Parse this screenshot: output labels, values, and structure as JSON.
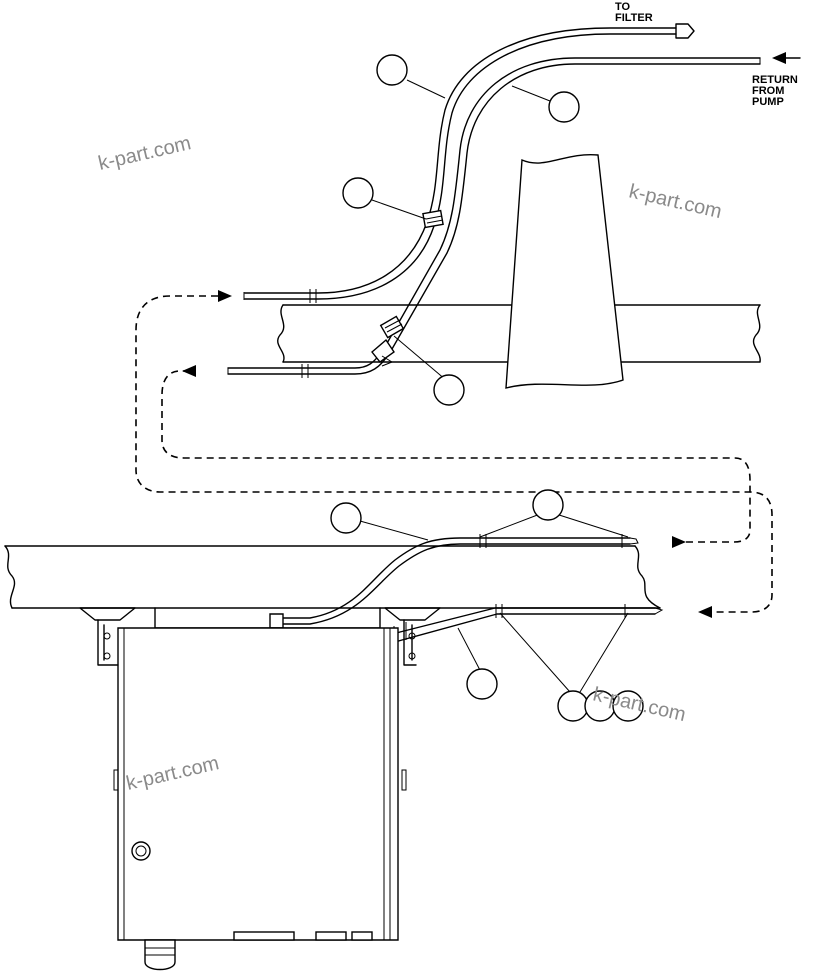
{
  "labels": {
    "to_filter_1": "TO",
    "to_filter_2": "FILTER",
    "return_1": "RETURN",
    "return_2": "FROM",
    "return_3": "PUMP"
  },
  "watermark": "k-part.com"
}
